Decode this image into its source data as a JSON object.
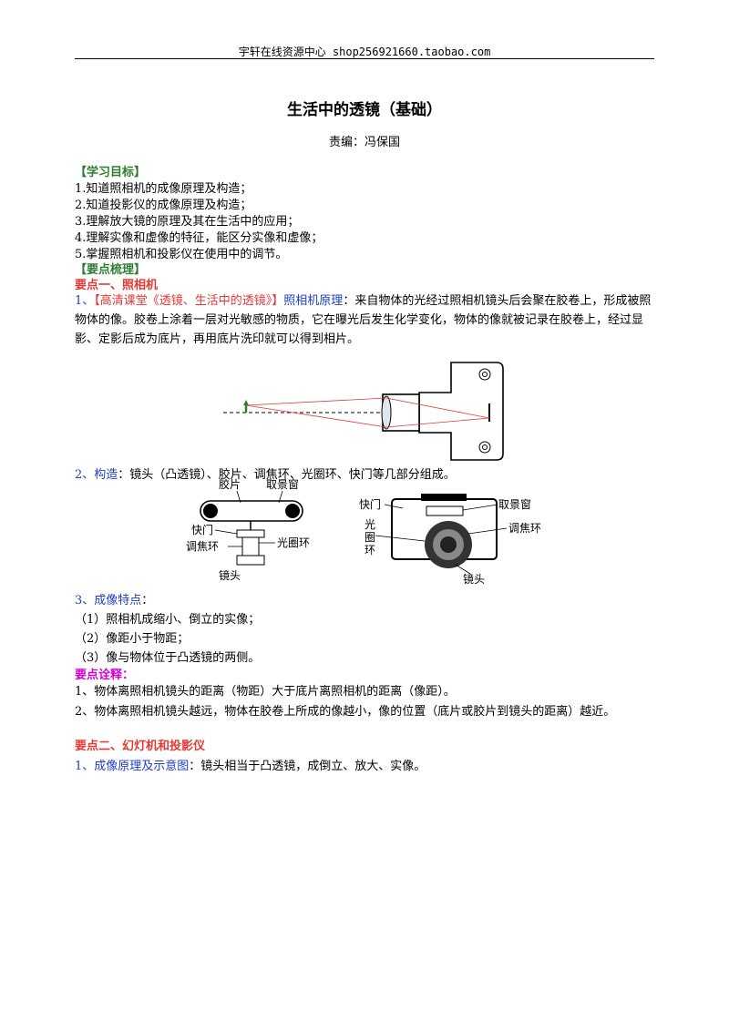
{
  "header": {
    "text": "宇轩在线资源中心  shop256921660.taobao.com"
  },
  "title": "生活中的透镜（基础）",
  "author": "责编：冯保国",
  "goals": {
    "heading": "【学习目标】",
    "items": [
      "1.知道照相机的成像原理及构造；",
      "2.知道投影仪的成像原理及构造；",
      "3.理解放大镜的原理及其在生活中的应用；",
      "4.理解实像和虚像的特征，能区分实像和虚像；",
      "5.掌握照相机和投影仪在使用中的调节。"
    ]
  },
  "summary_heading": "【要点梳理】",
  "point1": {
    "heading": "要点一、照相机",
    "p1_num": "1、",
    "p1_link": "【高清课堂《透镜、生活中的透镜》】",
    "p1_label": "照相机原理",
    "p1_text": "：来自物体的光经过照相机镜头后会聚在胶卷上，形成被照物体的像。胶卷上涂着一层对光敏感的物质，它在曝光后发生化学变化，物体的像就被记录在胶卷上，经过显影、定影后成为底片，再用底片洗印就可以得到相片。",
    "p2_label": "2、构造",
    "p2_text": "：镜头（凸透镜）、胶片、调焦环、光圈环、快门等几部分组成。",
    "diagram_left": {
      "film": "胶片",
      "viewfinder": "取景窗",
      "shutter": "快门",
      "focus": "调焦环",
      "aperture": "光圈环",
      "lens": "镜头"
    },
    "diagram_right": {
      "shutter": "快门",
      "aperture1": "光",
      "aperture2": "圈",
      "aperture3": "环",
      "viewfinder": "取景窗",
      "focus": "调焦环",
      "lens": "镜头"
    },
    "p3_label": "3、成像特点",
    "p3_colon": "：",
    "features": [
      "（1）照相机成缩小、倒立的实像；",
      "（2）像距小于物距；",
      "（3）像与物体位于凸透镜的两侧。"
    ],
    "notes_heading": "要点诠释：",
    "notes": [
      "1、物体离照相机镜头的距离（物距）大于底片离照相机的距离（像距）。",
      "2、物体离照相机镜头越远，物体在胶卷上所成的像越小，像的位置（底片或胶片到镜头的距离）越近。"
    ]
  },
  "point2": {
    "heading": "要点二、幻灯机和投影仪",
    "p1_label": "1、成像原理及示意图",
    "p1_text": "：镜头相当于凸透镜，成倒立、放大、实像。"
  },
  "colors": {
    "green": "#2e7d32",
    "red": "#e53935",
    "blue": "#1e3cc8",
    "magenta": "#d400d4"
  }
}
